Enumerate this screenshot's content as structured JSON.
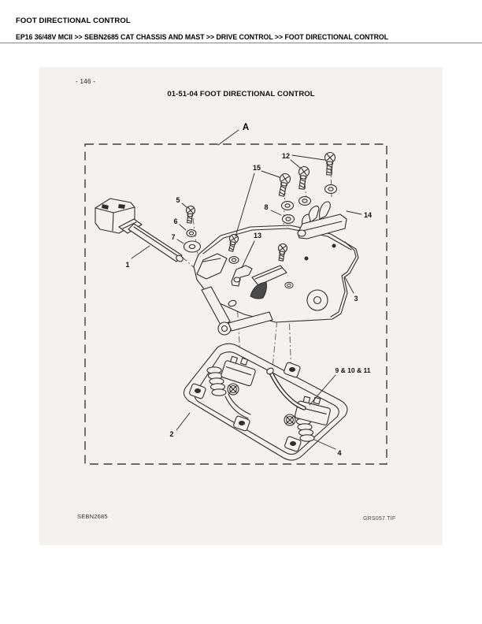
{
  "header": {
    "title": "FOOT DIRECTIONAL CONTROL",
    "breadcrumb": "EP16 36/48V MCII >> SEBN2685 CAT CHASSIS AND MAST >> DRIVE CONTROL >> FOOT DIRECTIONAL CONTROL"
  },
  "scan": {
    "page_number": "- 146 -",
    "section_title": "01-51-04 FOOT DIRECTIONAL CONTROL",
    "footer_left": "SEBN2685",
    "footer_right": "GRS057.TIF",
    "view_label": "A",
    "callouts": {
      "c1": "1",
      "c2": "2",
      "c3": "3",
      "c4": "4",
      "c5": "5",
      "c6": "6",
      "c7": "7",
      "c8": "8",
      "c12": "12",
      "c13": "13",
      "c14": "14",
      "c15": "15",
      "c9_10_11": "9 & 10 & 11"
    }
  },
  "colors": {
    "line": "#2e2e2e",
    "scan_background": "#f3f2f0",
    "rule": "#8a8a8a"
  }
}
